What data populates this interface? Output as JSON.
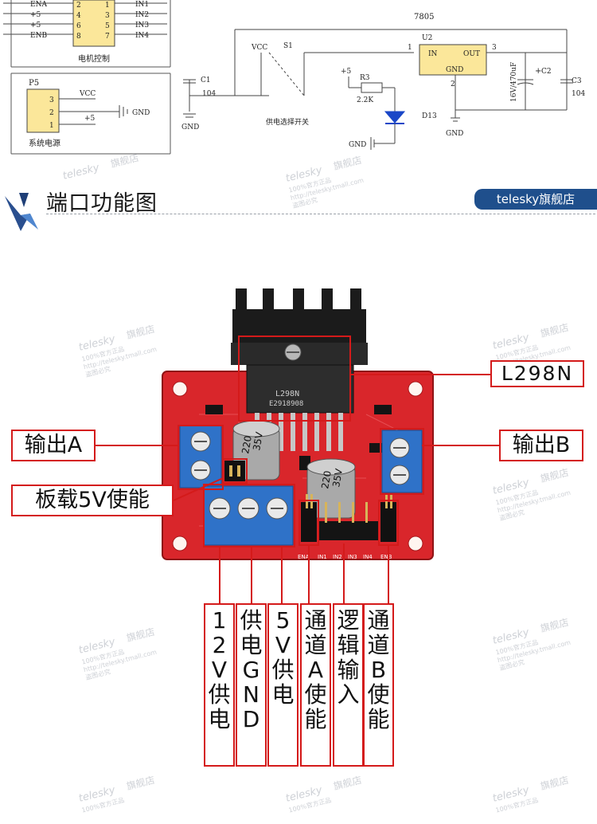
{
  "schematic": {
    "motor_block": {
      "pins_left": [
        "ENA",
        "+5",
        "+5",
        "ENB"
      ],
      "pins_num_left": [
        "2",
        "4",
        "6",
        "8"
      ],
      "pins_num_right": [
        "1",
        "3",
        "5",
        "7"
      ],
      "pins_right": [
        "IN1",
        "IN2",
        "IN3",
        "IN4"
      ],
      "label": "电机控制"
    },
    "power_block": {
      "ref": "P5",
      "pins": [
        "3",
        "2",
        "1"
      ],
      "nets": [
        "VCC",
        "+5"
      ],
      "gnd": "GND",
      "label": "系统电源"
    },
    "regulator": {
      "part": "7805",
      "ref": "U2",
      "in_label": "IN",
      "out_label": "OUT",
      "gnd_label": "GND",
      "pin_in": "1",
      "pin_out": "3",
      "pin_gnd": "2"
    },
    "switch": {
      "vcc": "VCC",
      "ref": "S1",
      "label": "供电选择开关"
    },
    "c1": {
      "ref": "C1",
      "value": "104",
      "gnd": "GND"
    },
    "r3": {
      "net": "+5",
      "ref": "R3",
      "value": "2.2K"
    },
    "led": {
      "ref": "D13",
      "gnd": "GND"
    },
    "c2": {
      "ref": "C2",
      "value": "16V/470uF",
      "pol": "+"
    },
    "c3": {
      "ref": "C3",
      "value": "104"
    },
    "gnd_reg": "GND"
  },
  "section": {
    "title": "端口功能图",
    "badge": "telesky旗舰店"
  },
  "board": {
    "chip_text": [
      "L298N",
      "E2918908"
    ],
    "cap1": [
      "220",
      "35V"
    ],
    "cap2": [
      "220",
      "35V"
    ],
    "header_labels": [
      "ENA",
      "IN1",
      "IN2",
      "IN3",
      "IN4",
      "ENB"
    ]
  },
  "callouts": {
    "l298n": "L298N",
    "out_a": "输出A",
    "out_b": "输出B",
    "en5v": "板载5V使能",
    "v12": "12\nV\n供\n电",
    "gnd": "供\n电\nG\nN\nD",
    "v5": "5\nV\n供\n电",
    "ch_a": "通\n道\nA\n使\n能",
    "logic": "逻\n辑\n输\n入",
    "ch_b": "通\n道\nB\n使\n能"
  },
  "watermark": {
    "brand": "telesky",
    "store": "旗舰店",
    "line1": "100%官方正品",
    "line2": "http://telesky.tmall.com",
    "line3": "盗图必究"
  },
  "colors": {
    "callout_border": "#d41a1a",
    "pcb_red": "#d9262b",
    "terminal_blue": "#2f72c8",
    "badge_blue": "#1f4f8c",
    "schematic_yellow": "#fbe79a"
  }
}
